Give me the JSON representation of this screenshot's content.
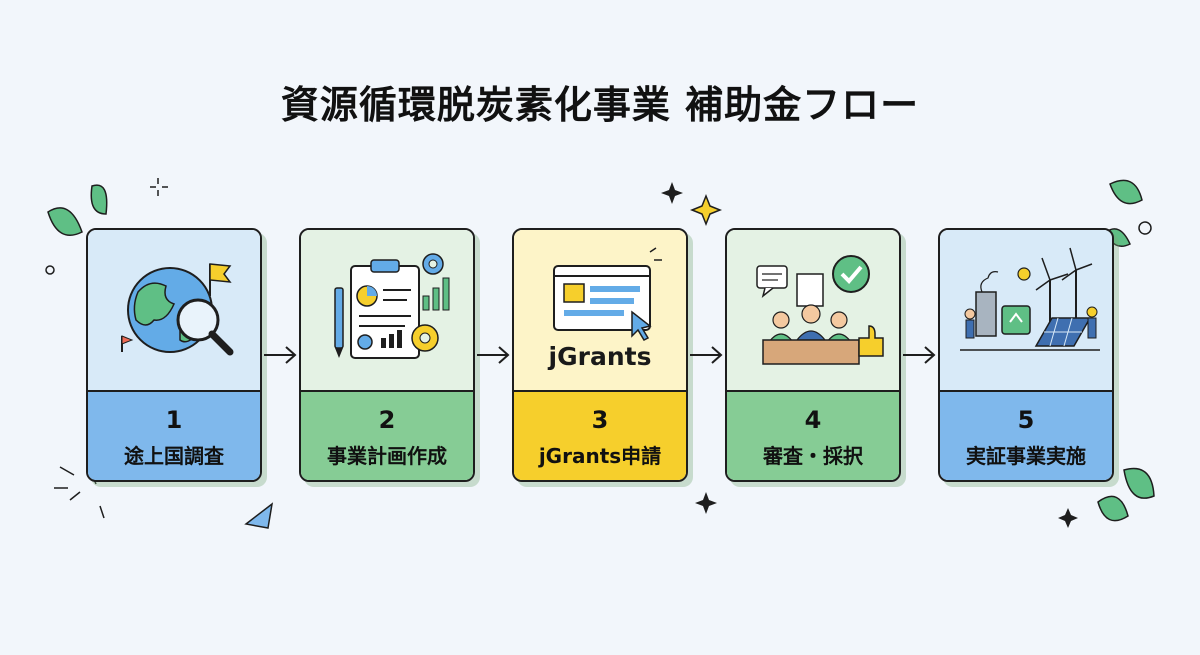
{
  "title": "資源循環脱炭素化事業 補助金フロー",
  "steps": [
    {
      "number": "1",
      "label": "途上国調査",
      "icon": "globe-magnifier-icon",
      "bg": "#d8eaf8",
      "band": "#7fb8ec"
    },
    {
      "number": "2",
      "label": "事業計画作成",
      "icon": "clipboard-plan-icon",
      "bg": "#e4f2e4",
      "band": "#86cc95"
    },
    {
      "number": "3",
      "label": "jGrants申請",
      "icon": "browser-application-icon",
      "bg": "#fdf4c8",
      "band": "#f6cf2c",
      "logo": "jGrants"
    },
    {
      "number": "4",
      "label": "審査・採択",
      "icon": "review-panel-icon",
      "bg": "#e4f2e4",
      "band": "#86cc95"
    },
    {
      "number": "5",
      "label": "実証事業実施",
      "icon": "green-energy-site-icon",
      "bg": "#d8eaf8",
      "band": "#7fb8ec"
    }
  ],
  "colors": {
    "leaf": "#5fbf85",
    "ink": "#1e1e1e",
    "accent_blue": "#2f77c9",
    "accent_yellow": "#f6cf2c"
  }
}
